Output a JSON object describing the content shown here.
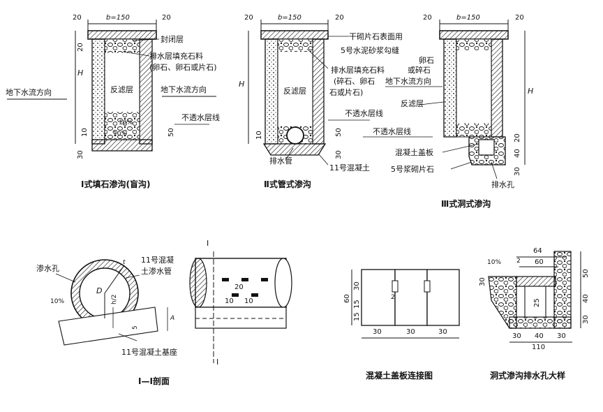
{
  "ink": "#111111",
  "fig1": {
    "caption": "Ⅰ式填石渗沟(盲沟)",
    "dim_left": "20",
    "dim_width": "b=150",
    "dim_right": "20",
    "dim_top_side": "20",
    "dim_h": "H",
    "label_seal": "封闭层",
    "label_fill": "排水层填充石料",
    "label_fill_paren": "(卵石、卵石或片石)",
    "label_filter": "反滤层",
    "label_groundwater": "地下水流方向",
    "label_impervious": "不透水层线",
    "pct_top": "10%",
    "pct_bottom": "10%",
    "dim_10": "10",
    "dim_30": "30",
    "dim_50": "50"
  },
  "fig2": {
    "caption": "Ⅱ式管式渗沟",
    "dim_left": "20",
    "dim_width": "b=150",
    "dim_right": "20",
    "dim_h": "H",
    "label_filter": "反滤层",
    "label_impervious": "不透水层线",
    "label_pipe": "排水管",
    "label_concrete": "11号混凝土",
    "label_cap_stone": "干砌片石表面用",
    "label_mortar": "5号水泥砂浆勾缝",
    "label_fill": "排水层填充石料",
    "label_or_crushed": "或碎石",
    "label_pebble": "卵石",
    "label_fill_paren": "(碎石、卵石",
    "label_groundwater": "地下水流方向",
    "label_or_slab": "石或片石)",
    "dim_10": "10",
    "dim_50": "50",
    "dim_30": "30"
  },
  "fig3": {
    "caption": "Ⅲ式洞式渗沟",
    "dim_left": "20",
    "dim_width": "b=150",
    "dim_right": "20",
    "dim_h": "H",
    "label_filter": "反滤层",
    "label_impervious": "不透水层线",
    "label_cover": "混凝土盖板",
    "label_mortar_stone": "5号浆砌片石",
    "label_drain_hole": "排水孔",
    "dim_30": "30",
    "dim_40": "40",
    "dim_20": "20"
  },
  "fig4": {
    "caption": "Ⅰ—Ⅰ剖面",
    "label_seep_hole": "渗水孔",
    "label_pipe_a": "11号混凝",
    "label_pipe_b": "土渗水管",
    "label_base": "11号混凝土基座",
    "label_D": "D",
    "label_t": "t",
    "pct": "10%",
    "dim_h2": "h/2",
    "dim_5": "5",
    "dim_A": "A",
    "section_mark": "Ⅰ",
    "dim_20": "20",
    "dim_10a": "10",
    "dim_10b": "10"
  },
  "fig5": {
    "caption": "混凝土盖板连接图",
    "dim_60": "60",
    "dim_30": "30",
    "dim_15a": "15",
    "dim_15b": "15",
    "dim_2": "2",
    "dim_b1": "30",
    "dim_b2": "30",
    "dim_b3": "30"
  },
  "fig6": {
    "caption": "洞式渗沟排水孔大样",
    "dim_64": "64",
    "dim_60": "60",
    "dim_2": "2",
    "pct": "10%",
    "dim_30a": "30",
    "dim_50": "50",
    "dim_40": "40",
    "dim_30b": "30",
    "dim_25": "25",
    "dim_b30a": "30",
    "dim_b40": "40",
    "dim_b30b": "30",
    "dim_110": "110"
  }
}
